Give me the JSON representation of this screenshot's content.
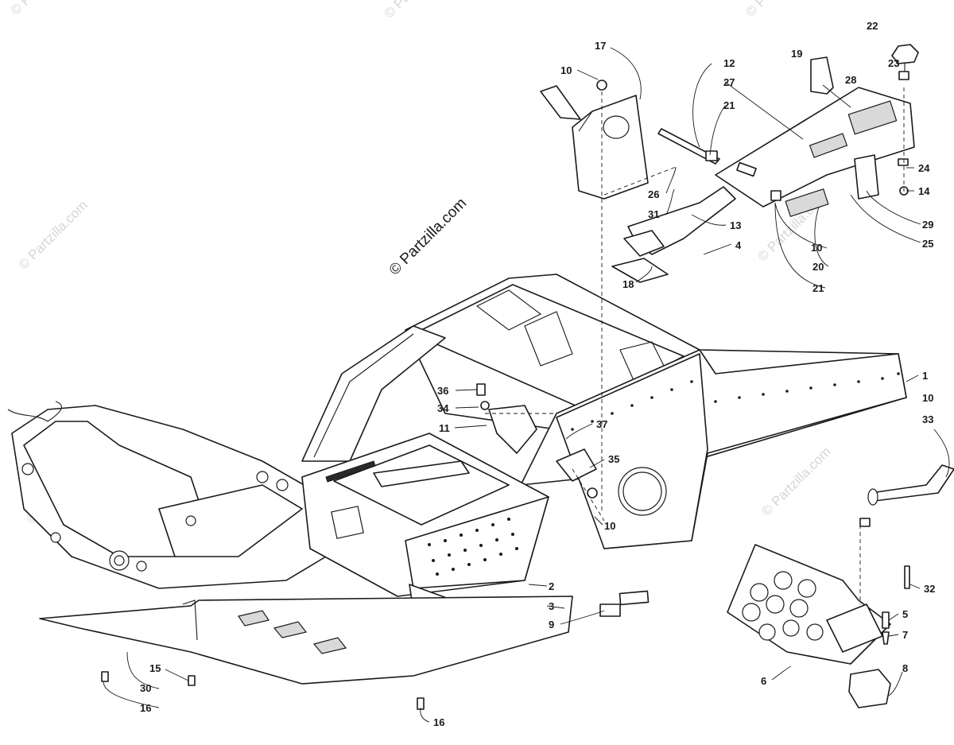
{
  "watermark": {
    "main": "© Partzilla.com",
    "tiled": "© Partzilla.com"
  },
  "callouts": {
    "c1": "1",
    "c2": "2",
    "c3": "3",
    "c4": "4",
    "c5": "5",
    "c6": "6",
    "c7": "7",
    "c8": "8",
    "c9": "9",
    "c10a": "10",
    "c10b": "10",
    "c10c": "10",
    "c10d": "10",
    "c11": "11",
    "c12": "12",
    "c13": "13",
    "c14": "14",
    "c15": "15",
    "c16a": "16",
    "c16b": "16",
    "c17": "17",
    "c18": "18",
    "c19": "19",
    "c20": "20",
    "c21a": "21",
    "c21b": "21",
    "c22": "22",
    "c23": "23",
    "c24": "24",
    "c25": "25",
    "c26": "26",
    "c27": "27",
    "c28": "28",
    "c29": "29",
    "c30": "30",
    "c31": "31",
    "c32": "32",
    "c33": "33",
    "c34": "34",
    "c35": "35",
    "c36": "36",
    "c37": "37"
  }
}
